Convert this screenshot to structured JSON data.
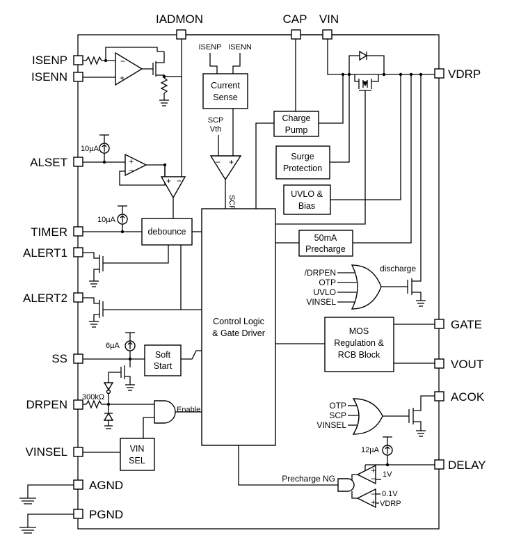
{
  "pins": {
    "iadmon": "IADMON",
    "cap": "CAP",
    "vin": "VIN",
    "isenp": "ISENP",
    "isenn": "ISENN",
    "alset": "ALSET",
    "timer": "TIMER",
    "alert1": "ALERT1",
    "alert2": "ALERT2",
    "ss": "SS",
    "drpen": "DRPEN",
    "vinsel": "VINSEL",
    "agnd": "AGND",
    "pgnd": "PGND",
    "vdrp": "VDRP",
    "gate": "GATE",
    "vout": "VOUT",
    "acok": "ACOK",
    "delay": "DELAY"
  },
  "blocks": {
    "current_sense": [
      "Current",
      "Sense"
    ],
    "charge_pump": [
      "Charge",
      "Pump"
    ],
    "surge_protection": [
      "Surge",
      "Protection"
    ],
    "uvlo_bias": [
      "UVLO &",
      "Bias"
    ],
    "precharge_50ma": [
      "50mA",
      "Precharge"
    ],
    "control_logic": [
      "Control Logic",
      "& Gate Driver"
    ],
    "mos_regulation": [
      "MOS",
      "Regulation &",
      "RCB Block"
    ],
    "soft_start": [
      "Soft",
      "Start"
    ],
    "debounce": "debounce",
    "vin_sel": [
      "VIN",
      "SEL"
    ]
  },
  "labels": {
    "isenp_small": "ISENP",
    "isenn_small": "ISENN",
    "scp_vth_1": "SCP",
    "scp_vth_2": "Vth",
    "scp": "SCP",
    "i_alset": "10µA",
    "i_timer": "10µA",
    "i_ss": "6µA",
    "i_delay": "12µA",
    "r_drpen": "300kΩ",
    "enable": "Enable",
    "discharge": "discharge",
    "or1_in": [
      "/DRPEN",
      "OTP",
      "UVLO",
      "VINSEL"
    ],
    "or2_in": [
      "OTP",
      "SCP",
      "VINSEL"
    ],
    "precharge_ng": "Precharge NG",
    "ref_1v": "1V",
    "ref_01v": "0.1V",
    "ref_vdrp": "VDRP"
  }
}
